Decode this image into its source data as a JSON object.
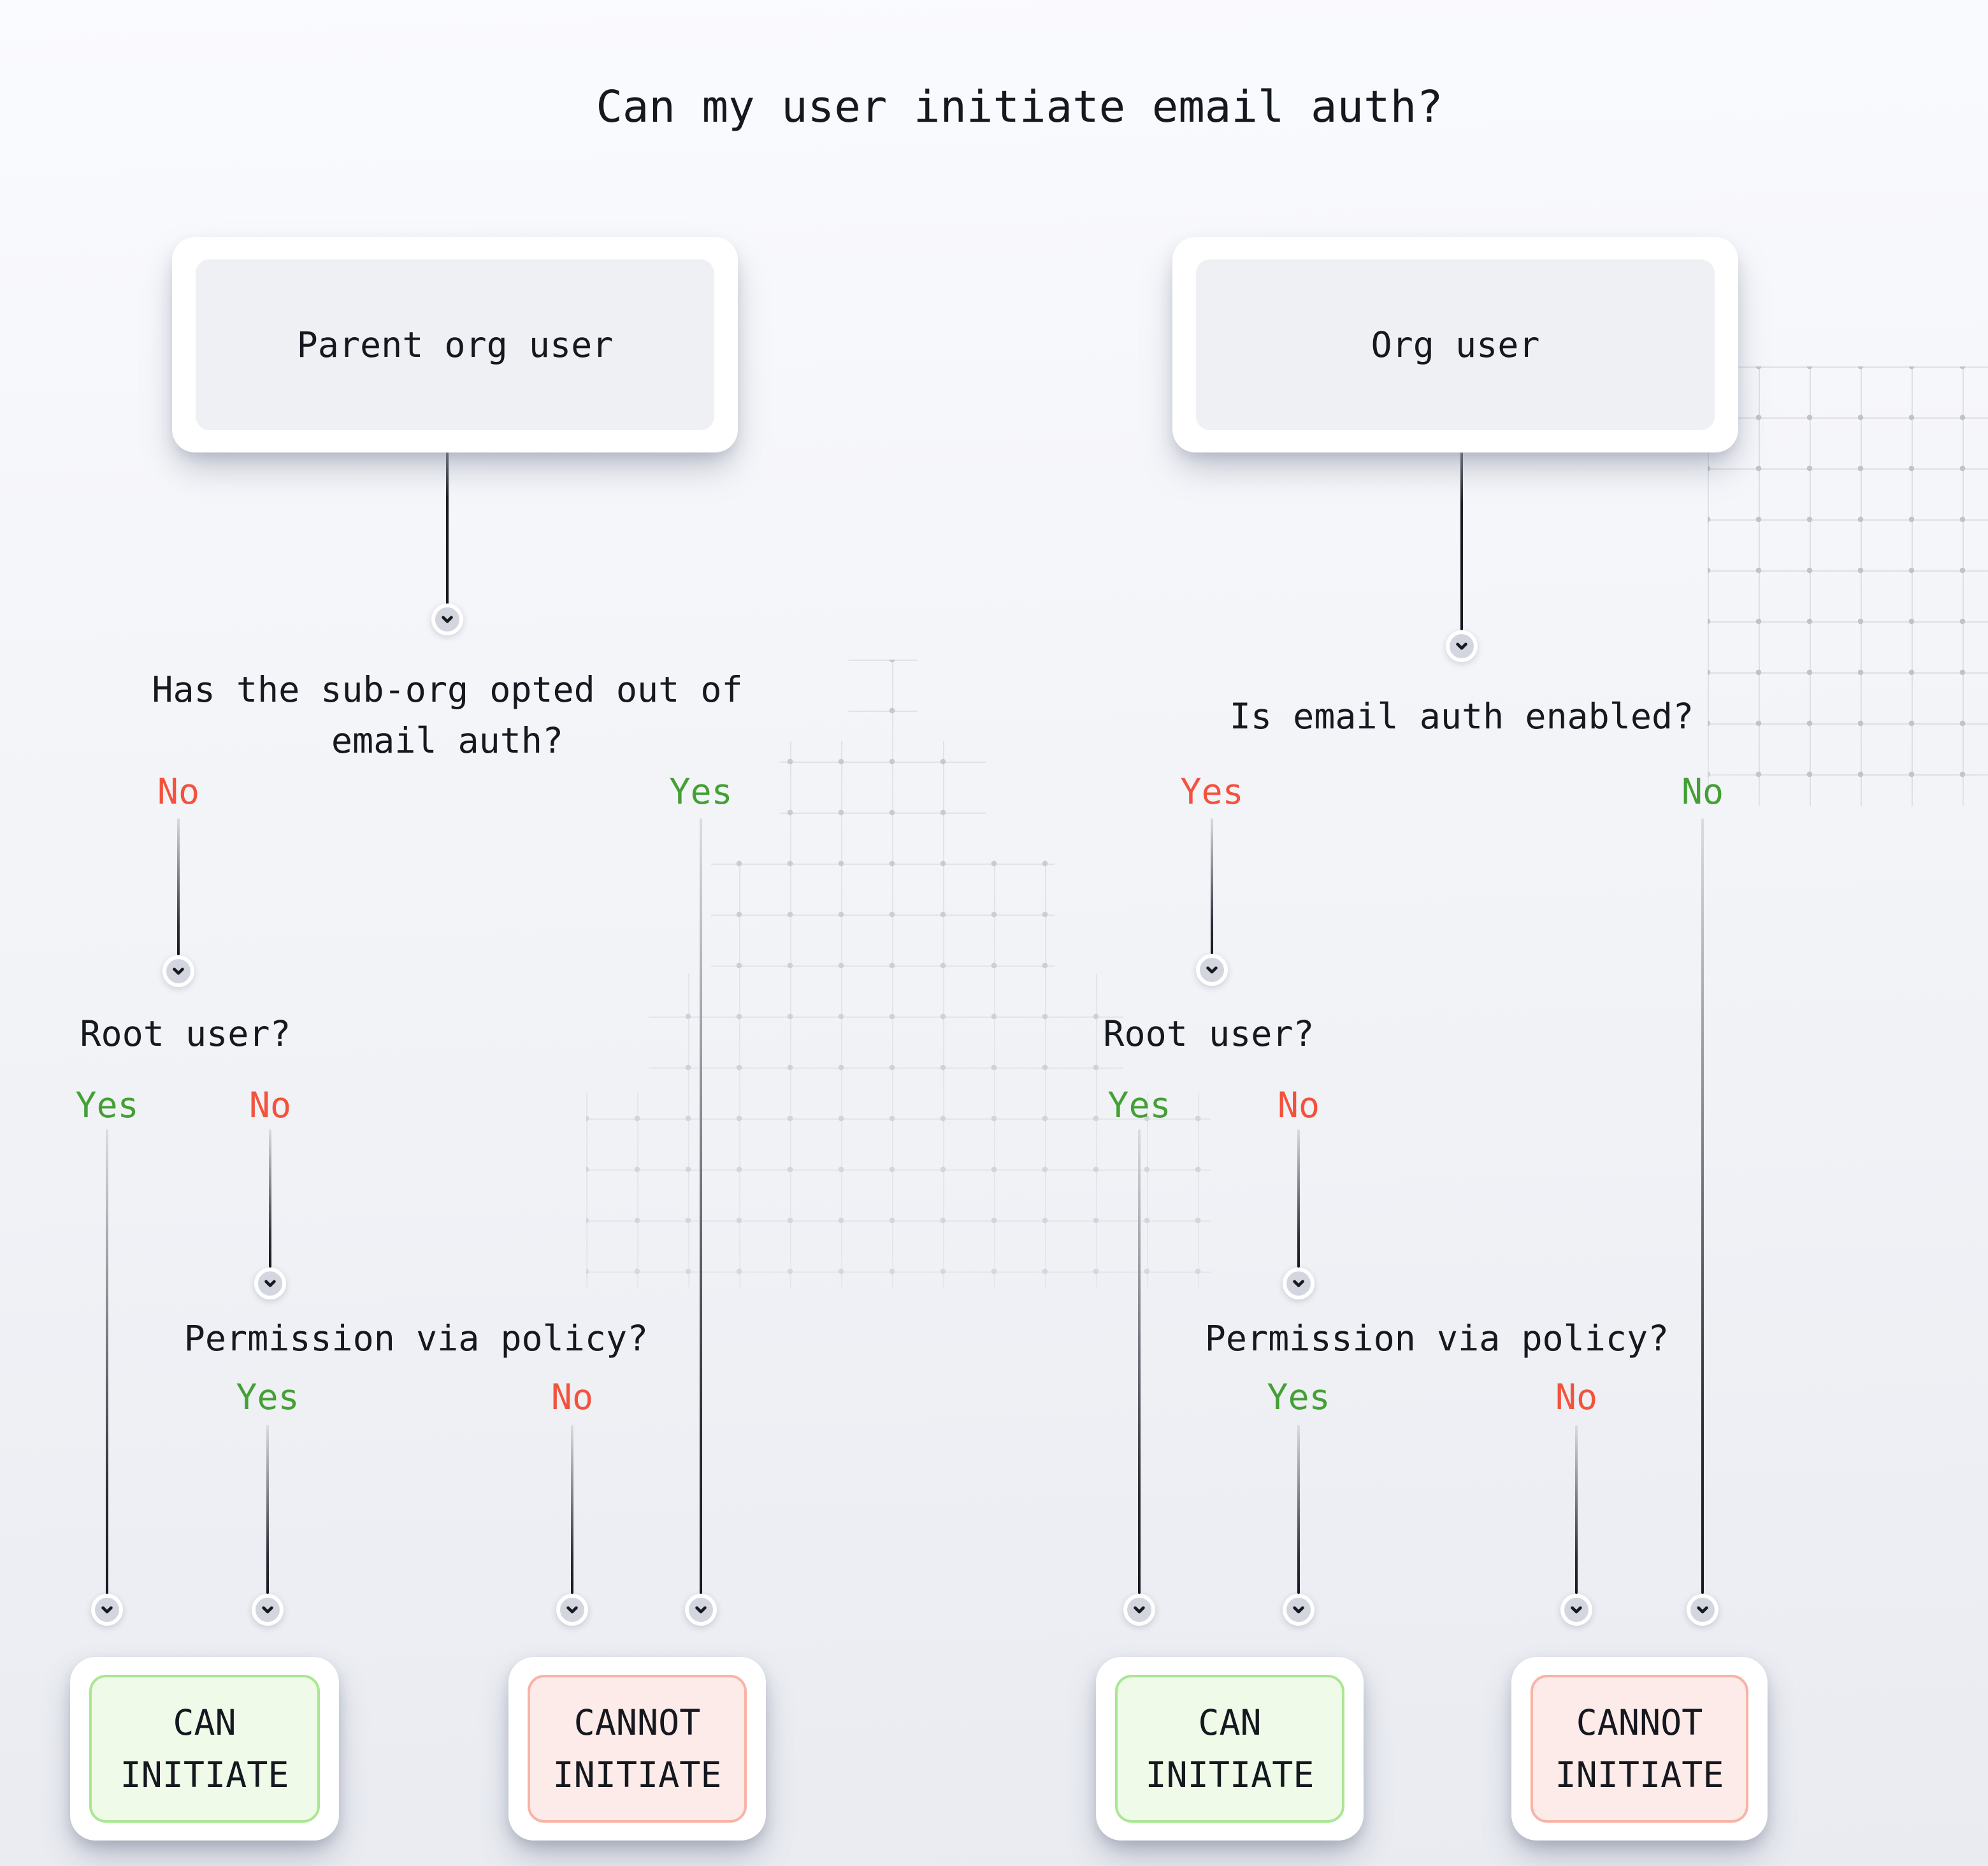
{
  "page": {
    "title": "Can my user initiate email auth?"
  },
  "colors": {
    "yes_green": "#44a035",
    "no_red": "#f4523d",
    "text_dark": "#15181f",
    "node_fill": "#eef0f4",
    "can_fill": "#effae9",
    "can_border": "#a9e792",
    "cannot_fill": "#fcebe8",
    "cannot_border": "#f9b3a5",
    "chevron_circle": "#d3d6de",
    "grid_line": "#d9dbe1",
    "grid_dot": "#b4b7c1"
  },
  "icons": {
    "connector_marker": "chevron-down"
  },
  "left_tree": {
    "root_label": "Parent org user",
    "question1": "Has the sub-org opted out of email auth?",
    "q1_answer_left": "No",
    "q1_answer_right": "Yes",
    "question2": "Root user?",
    "q2_answer_left": "Yes",
    "q2_answer_right": "No",
    "question3": "Permission via policy?",
    "q3_answer_left": "Yes",
    "q3_answer_right": "No",
    "result_positive": "CAN INITIATE",
    "result_negative": "CANNOT INITIATE"
  },
  "right_tree": {
    "root_label": "Org user",
    "question1": "Is email auth enabled?",
    "q1_answer_left": "Yes",
    "q1_answer_right": "No",
    "question2": "Root user?",
    "q2_answer_left": "Yes",
    "q2_answer_right": "No",
    "question3": "Permission via policy?",
    "q3_answer_left": "Yes",
    "q3_answer_right": "No",
    "result_positive": "CAN INITIATE",
    "result_negative": "CANNOT INITIATE"
  }
}
